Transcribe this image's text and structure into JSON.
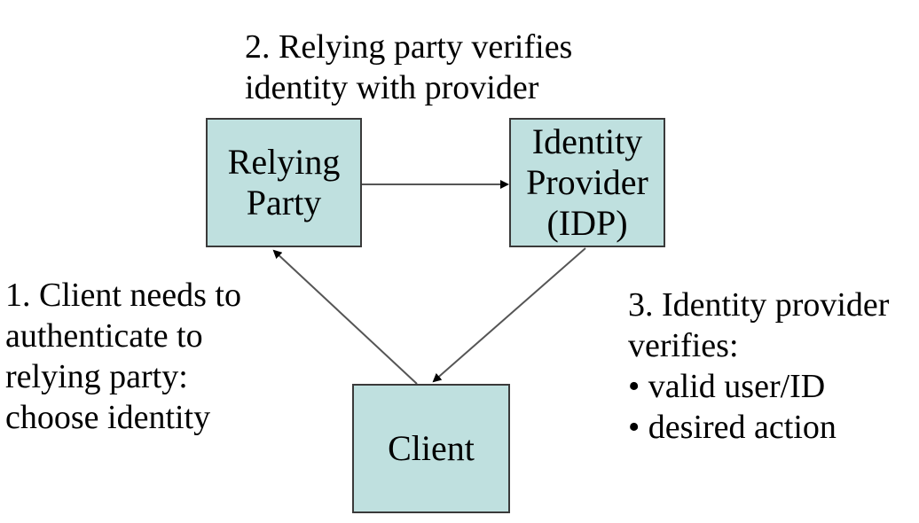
{
  "colors": {
    "box_fill": "#bfe0df",
    "box_border": "#3a3a3a",
    "arrow": "#555555"
  },
  "boxes": {
    "relying_party": "Relying\nParty",
    "identity_provider": "Identity\nProvider\n(IDP)",
    "client": "Client"
  },
  "notes": {
    "step2": [
      "2. Relying party verifies",
      "identity with provider"
    ],
    "step1": [
      "1. Client needs to",
      "authenticate to",
      "relying party:",
      "choose identity"
    ],
    "step3": [
      "3. Identity provider",
      "verifies:",
      "• valid user/ID",
      "• desired action"
    ]
  }
}
